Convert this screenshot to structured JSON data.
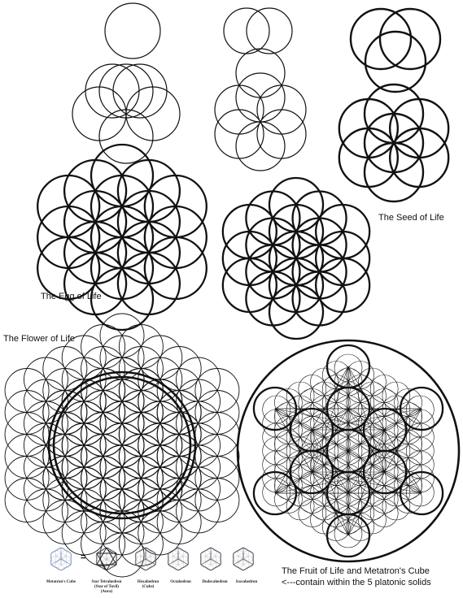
{
  "labels": {
    "seed_of_life": "The Seed of Life",
    "egg_of_life": "The Egg of Life",
    "flower_of_life": "The Flower of Life",
    "fruit_line1": "The Fruit of Life and Metatron's Cube",
    "fruit_line2": "<---contain within the 5 platonic solids"
  },
  "solids": [
    {
      "name": "Metatron's Cube",
      "sub": ""
    },
    {
      "name": "Star Tetrahedron",
      "sub": "(Star of Tuvil)",
      "sub2": "(Aura)"
    },
    {
      "name": "Hexahedron",
      "sub": "(Cube)"
    },
    {
      "name": "Octahedron",
      "sub": ""
    },
    {
      "name": "Dodecahedron",
      "sub": ""
    },
    {
      "name": "Icosahedron",
      "sub": ""
    }
  ],
  "equals_sign": "=",
  "colors": {
    "ink": "#111111",
    "solid_tint": "#6f8fc4"
  }
}
